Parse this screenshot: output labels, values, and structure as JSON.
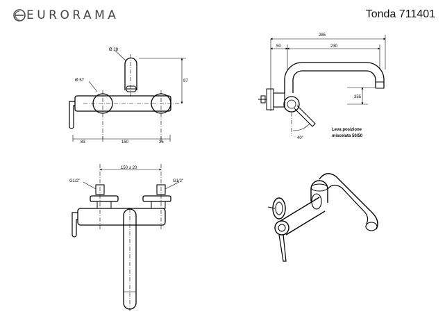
{
  "header": {
    "brand": "EURORAMA",
    "product": "Tonda 711401"
  },
  "front_view": {
    "dim_diameter_top": "Ø 28",
    "dim_diameter_side": "Ø 57",
    "dim_height": "97",
    "dim_left": "83",
    "dim_center": "150",
    "dim_right": "25"
  },
  "side_view": {
    "dim_total": "285",
    "dim_wall": "50",
    "dim_reach": "230",
    "dim_drop": "355",
    "dim_angle": "40°",
    "note_line1": "Leva posizione",
    "note_line2": "miscelata 50/50"
  },
  "top_view": {
    "dim_center": "150 ± 20",
    "dim_thread_left": "G1/2\"",
    "dim_thread_right": "G1/2\""
  }
}
